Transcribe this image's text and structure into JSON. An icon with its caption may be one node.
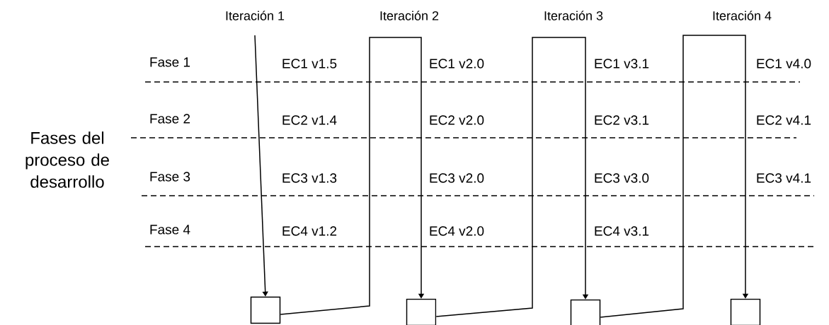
{
  "diagram": {
    "nodes": [
      {
        "text": [
          "Iteración 1"
        ]
      },
      {
        "text": [],
        "shape": "box"
      },
      {
        "text": [],
        "shape": "box"
      },
      {
        "text": [],
        "shape": "box"
      },
      {
        "text": [],
        "shape": "box"
      }
    ],
    "edges": [
      {
        "from": 0,
        "to": 1,
        "arrow": "to"
      },
      {
        "from": 1,
        "to": 2,
        "arrow": "to"
      },
      {
        "from": 2,
        "to": 3,
        "arrow": "to"
      },
      {
        "from": 3,
        "to": 4,
        "arrow": "to"
      }
    ],
    "labels": [
      "Iteración 2",
      "Iteración 3",
      "Iteración 4",
      "Fases del proceso de desarrollo",
      "Fase 1",
      "EC1 v1.5",
      "EC1 v2.0",
      "EC1 v3.1",
      "EC1 v4.0",
      "Fase 2",
      "EC2 v1.4",
      "EC2 v2.0",
      "EC2 v3.1",
      "EC2 v4.1",
      "Fase 3",
      "EC3 v1.3",
      "EC3 v2.0",
      "EC3 v3.0",
      "EC3 v4.1",
      "Fase 4",
      "EC4 v1.2",
      "EC4 v2.0",
      "EC4 v3.1"
    ]
  }
}
